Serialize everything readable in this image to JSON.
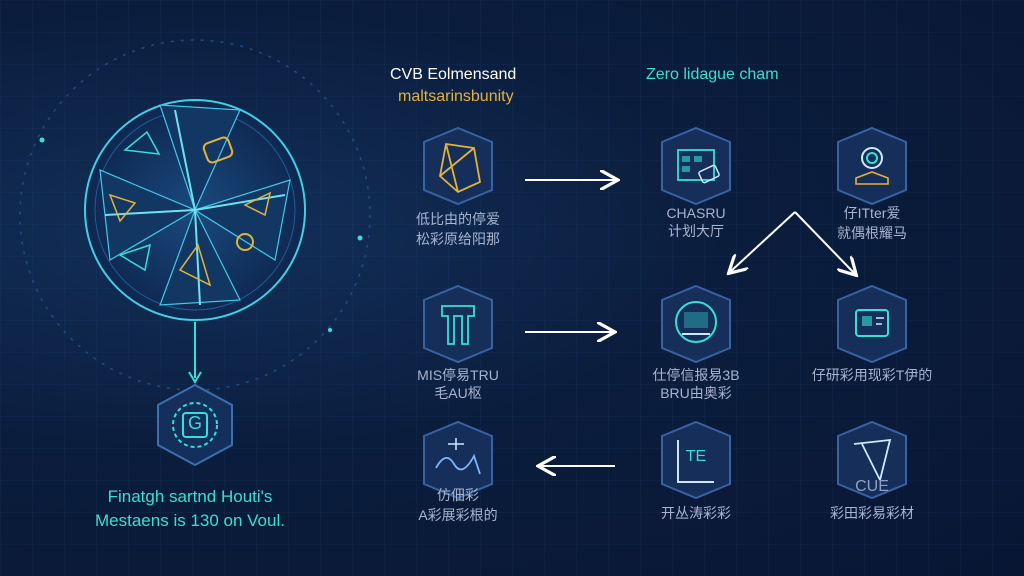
{
  "diagram": {
    "left_title_line1": "CVB  Eolmensand",
    "left_title_line2": "maltsarinsbunity",
    "right_title": "Zero lidague cham",
    "caption_line1": "Finatgh sartnd Houti's",
    "caption_line2": "Mestaens is 130 on Voul."
  },
  "nodes": [
    {
      "id": "n1",
      "line1": "低比由的停爱",
      "line2": "松彩原给阳那"
    },
    {
      "id": "n2",
      "line1": "CHASRU",
      "line2": "计划大厅"
    },
    {
      "id": "n3",
      "line1": "仔ITter爱",
      "line2": "就偶根耀马"
    },
    {
      "id": "n4",
      "line1": "MIS停易TRU",
      "line2": "毛AU枢"
    },
    {
      "id": "n5",
      "line1": "仕停信报易3B",
      "line2": "BRU由奥彩"
    },
    {
      "id": "n6",
      "line1": "仔研彩用现彩T伊的",
      "line2": ""
    },
    {
      "id": "n7",
      "line1": "仿佃彩",
      "line2": "A彩展彩根的"
    },
    {
      "id": "n8",
      "line1": "TE",
      "line2": "开丛涛彩彩"
    },
    {
      "id": "n9",
      "line1": "CUE",
      "line2": "彩田彩易彩材"
    }
  ],
  "hub": {
    "center_glyph": "G"
  },
  "colors": {
    "accent_cyan": "#35e0d4",
    "accent_gold": "#e2b23a",
    "bg": "#0b1d3d"
  }
}
